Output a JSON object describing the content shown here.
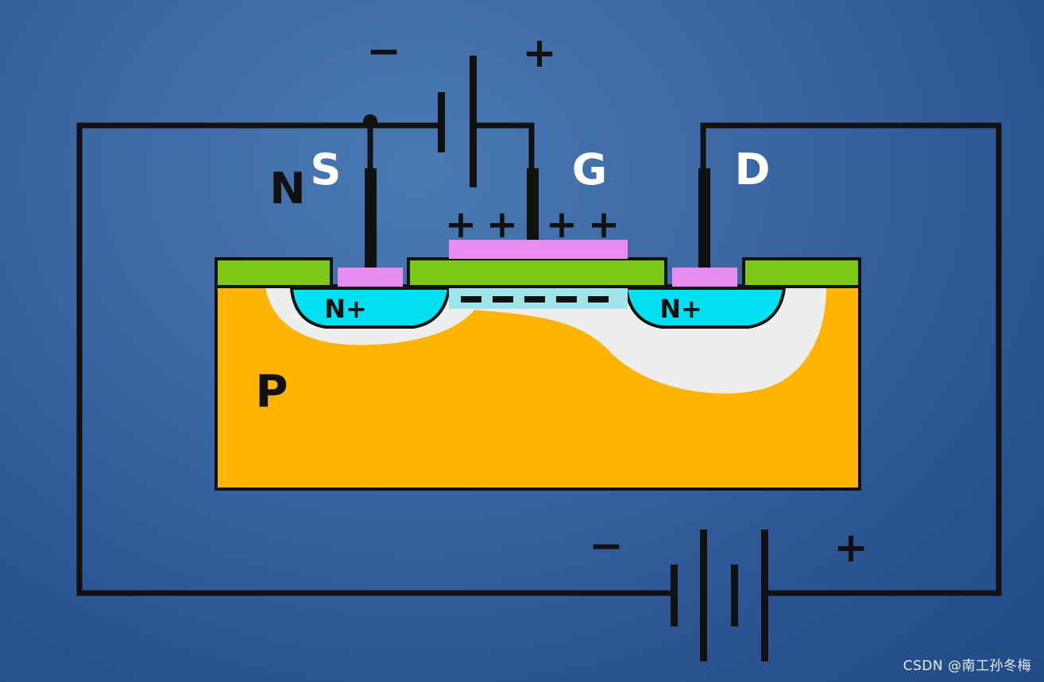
{
  "diagram": {
    "terminals": {
      "source": "S",
      "gate": "G",
      "drain": "D"
    },
    "channel_type": "N",
    "substrate": "P",
    "source_region": "N+",
    "drain_region": "N+",
    "gate_battery": {
      "negative": "−",
      "positive": "+"
    },
    "drain_battery": {
      "negative": "−",
      "positive": "+"
    },
    "gate_charge": "+",
    "channel_charge": "−"
  },
  "colors": {
    "background": "#3a66a3",
    "substrate_p": "#ffb400",
    "n_plus": "#00e0f0",
    "oxide": "#7dc814",
    "metal": "#e88cf0",
    "depletion": "#eeeeee",
    "wire": "#111111"
  },
  "watermark": "CSDN @南工孙冬梅"
}
